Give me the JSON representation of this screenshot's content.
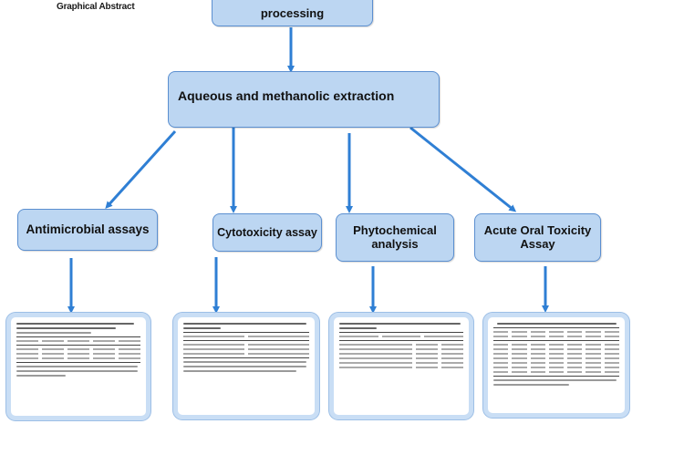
{
  "header": {
    "label": "Graphical Abstract"
  },
  "top_box": {
    "label": "processing"
  },
  "extraction_box": {
    "label": "Aqueous and methanolic extraction"
  },
  "branches": [
    {
      "label": "Antimicrobial assays"
    },
    {
      "label": "Cytotoxicity assay"
    },
    {
      "label": "Phytochemical analysis"
    },
    {
      "label": "Acute Oral Toxicity Assay"
    }
  ],
  "colors": {
    "box_fill": "#bcd6f2",
    "box_border": "#5b8fd0",
    "arrow": "#2f7fd4"
  }
}
